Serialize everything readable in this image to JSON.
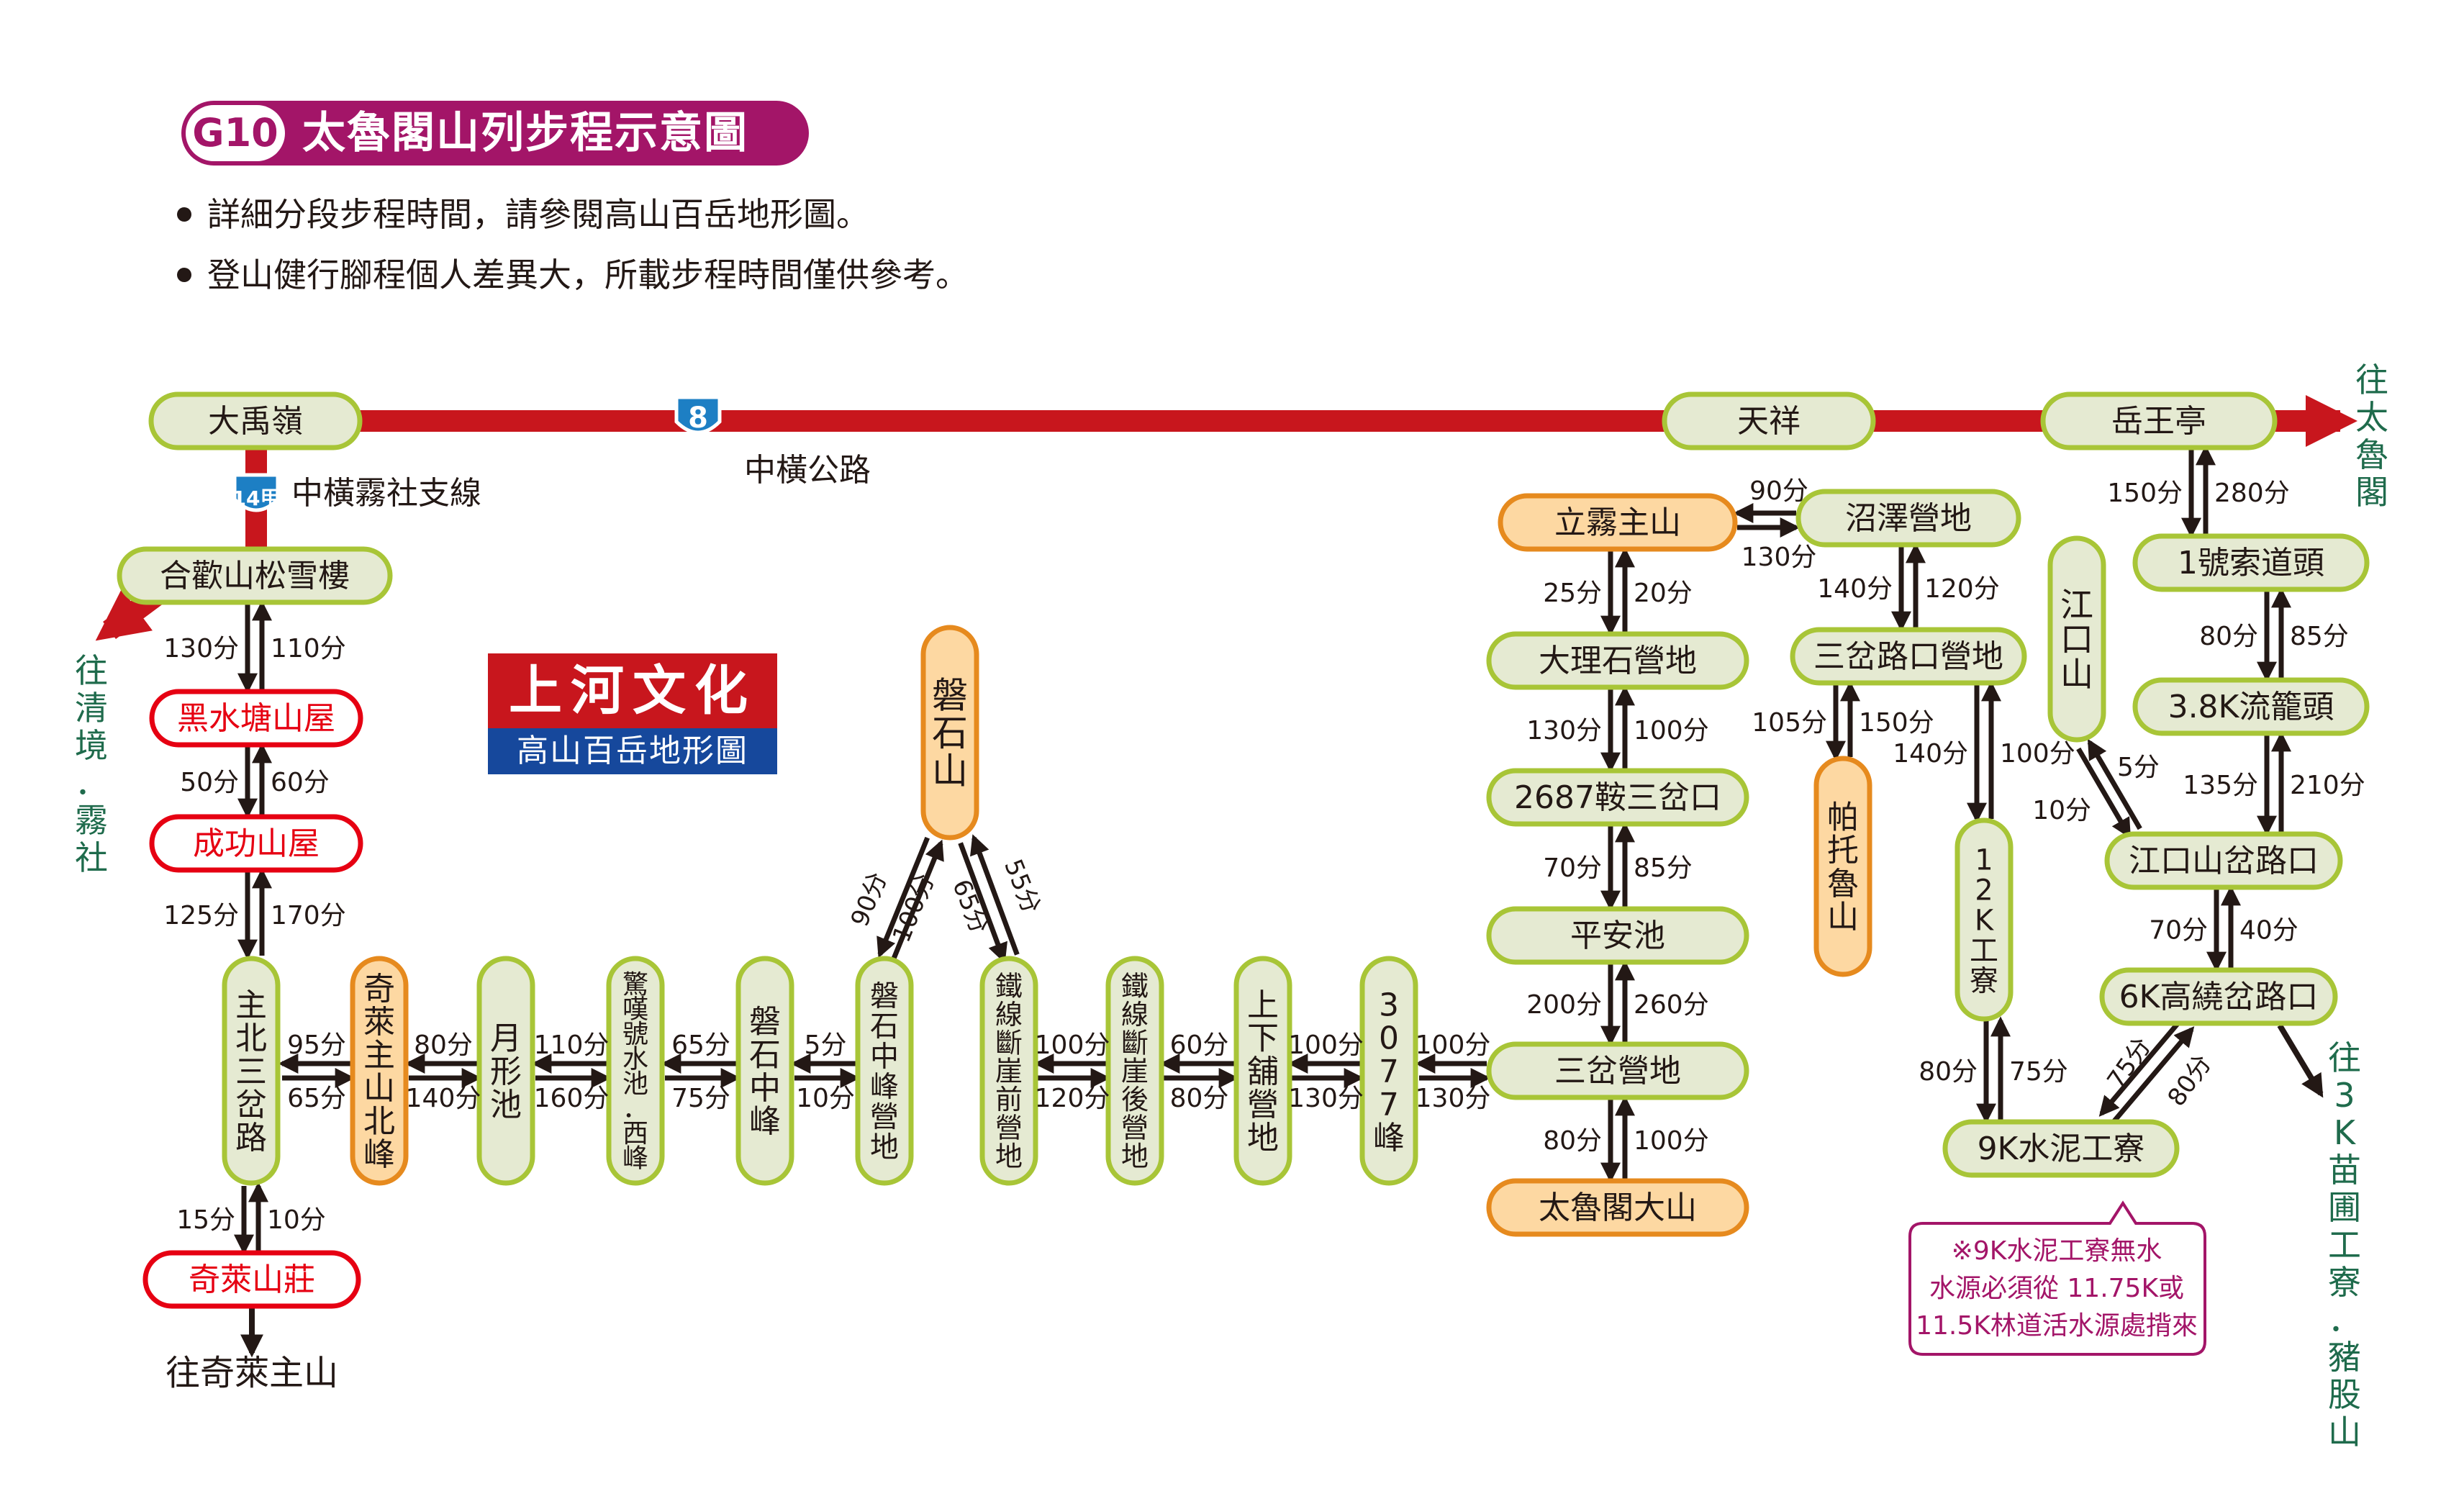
{
  "header": {
    "badge": "G10",
    "title": "太魯閣山列步程示意圖",
    "notes": [
      "詳細分段步程時間，請參閱高山百岳地形圖。",
      "登山健行腳程個人差異大，所載步程時間僅供參考。"
    ]
  },
  "logo": {
    "top": "上河文化",
    "bottom": "高山百岳地形圖"
  },
  "highway": {
    "route_8_badge": "8",
    "route_14_badge": "14甲",
    "name": "中橫公路",
    "branch_name": "中橫霧社支線"
  },
  "nodes": {
    "dayuling": "大禹嶺",
    "tianxiang": "天祥",
    "yuewangting": "岳王亭",
    "hehuan": "合歡山松雪樓",
    "heishuitang": "黑水塘山屋",
    "chenggong": "成功山屋",
    "zhubei": "主北三岔路",
    "qilai_north": "奇萊主山北峰",
    "yuexingchi": "月形池",
    "jingtan": "驚嘆號水池．西峰",
    "panshi_zhong": "磐石中峰",
    "panshi_camp": "磐石中峰營地",
    "panshi": "磐石山",
    "tiexian_front": "鐵線斷崖前營地",
    "tiexian_back": "鐵線斷崖後營地",
    "shangxiapu": "上下舖營地",
    "peak3077": "3077峰",
    "liwu": "立霧主山",
    "dali": "大理石營地",
    "saddle2687": "2687鞍三岔口",
    "pinganchi": "平安池",
    "sancha_camp": "三岔營地",
    "taroko": "太魯閣大山",
    "zhaoze": "沼澤營地",
    "sancha_lukou": "三岔路口營地",
    "patuolu": "帕托魯山",
    "gongliao12k": "12K工寮",
    "jiangkou": "江口山",
    "cableway": "1號索道頭",
    "liulong": "3.8K流籠頭",
    "jiangkou_junction": "江口山岔路口",
    "gaorao6k": "6K高繞岔路口",
    "cement9k": "9K水泥工寮",
    "qilai_lodge": "奇萊山莊"
  },
  "times": {
    "hh_hs_up": "130分",
    "hh_hs_dn": "110分",
    "hs_cg_up": "50分",
    "hs_cg_dn": "60分",
    "cg_zb_up": "125分",
    "cg_zb_dn": "170分",
    "zb_ql_up": "15分",
    "zb_ql_dn": "10分",
    "zb_qn_a": "95分",
    "zb_qn_b": "65分",
    "qn_yx_a": "80分",
    "qn_yx_b": "140分",
    "yx_jt_a": "110分",
    "yx_jt_b": "160分",
    "jt_pz_a": "65分",
    "jt_pz_b": "75分",
    "pz_pc_a": "5分",
    "pz_pc_b": "10分",
    "pc_ps_a": "90分",
    "pc_ps_b": "100分",
    "ps_tf_a": "65分",
    "ps_tf_b": "55分",
    "tf_tb_a": "100分",
    "tf_tb_b": "120分",
    "tb_sx_a": "60分",
    "tb_sx_b": "80分",
    "sx_p3_a": "100分",
    "sx_p3_b": "130分",
    "p3_sc_a": "100分",
    "p3_sc_b": "130分",
    "lw_zz_a": "90分",
    "lw_zz_b": "130分",
    "lw_dl_a": "25分",
    "lw_dl_b": "20分",
    "dl_sd_a": "130分",
    "dl_sd_b": "100分",
    "sd_pa_a": "70分",
    "sd_pa_b": "85分",
    "pa_sc_a": "200分",
    "pa_sc_b": "260分",
    "sc_tr_a": "80分",
    "sc_tr_b": "100分",
    "zz_sl_a": "140分",
    "zz_sl_b": "120分",
    "sl_pt_a": "105分",
    "sl_pt_b": "150分",
    "sl_12_a": "140分",
    "sl_12_b": "100分",
    "12_9k_a": "80分",
    "12_9k_b": "75分",
    "yw_cw_a": "150分",
    "yw_cw_b": "280分",
    "cw_ll_a": "80分",
    "cw_ll_b": "85分",
    "ll_jj_a": "135分",
    "ll_jj_b": "210分",
    "jj_jk_a": "5分",
    "jj_jk_b": "10分",
    "jj_6k_a": "70分",
    "jj_6k_b": "40分",
    "6k_9k_a": "75分",
    "6k_9k_b": "80分"
  },
  "directions": {
    "qingjing": "往清境．霧社",
    "taroko_gorge": "往太魯閣",
    "qilai_main": "往奇萊主山",
    "miaopu": "往3K苗圃工寮．豬股山"
  },
  "water_note": [
    "※9K水泥工寮無水",
    "水源必須從 11.75K或",
    "11.5K林道活水源處揹來"
  ],
  "colors": {
    "road": "#c8161d",
    "node_fill": "#e5ead2",
    "node_border": "#a8c537",
    "hut_border": "#e60012",
    "peak_fill": "#fdd8a2",
    "peak_border": "#e68a1e",
    "title": "#a31568",
    "direction_text": "#1f6b4c",
    "note": "#a31568"
  }
}
